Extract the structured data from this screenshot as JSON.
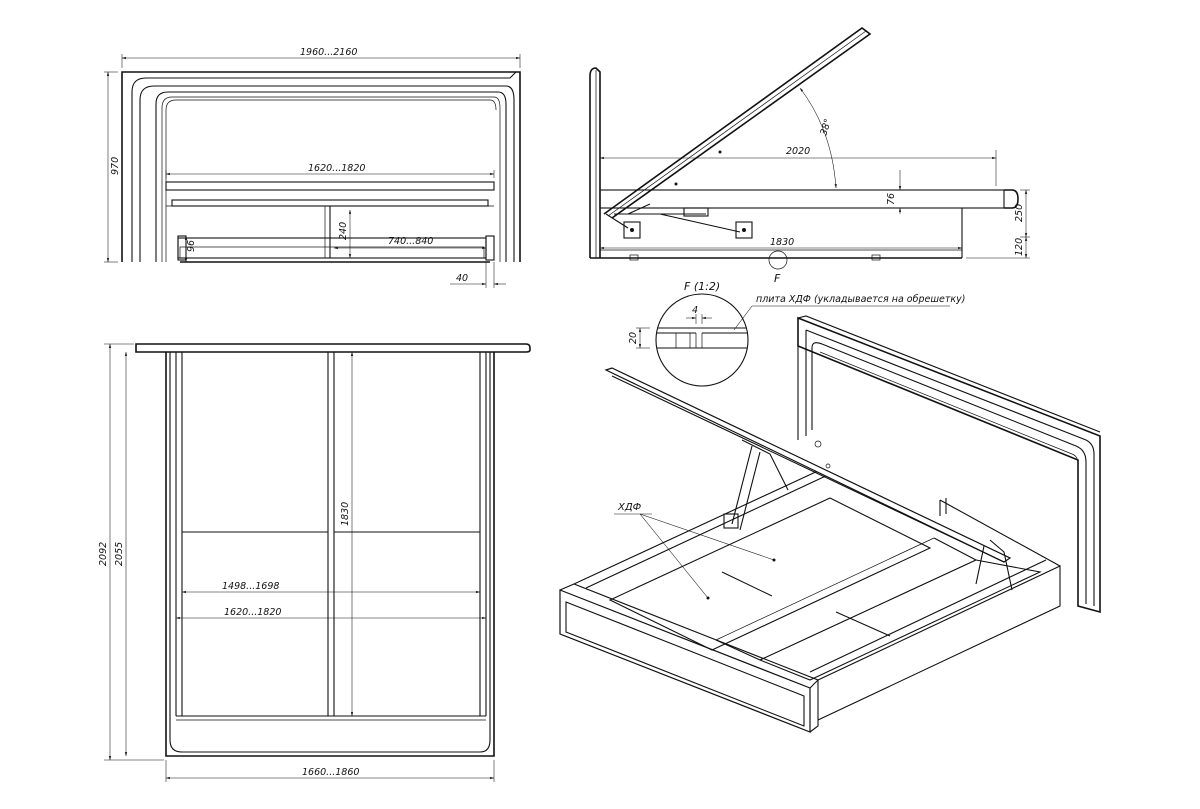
{
  "front_view": {
    "width_label": "1960...2160",
    "height_label": "970",
    "inner_width_label": "1620...1820",
    "leg_height_label": "96",
    "drawer_height_label": "240",
    "drawer_width_label": "740...840",
    "side_offset_label": "40"
  },
  "side_view": {
    "length_label": "2020",
    "angle_label": "38°",
    "frame_offset_label": "76",
    "frame_height_label": "250",
    "base_height_label": "120",
    "base_length_label": "1830",
    "detail_marker": "F"
  },
  "detail_view": {
    "title": "F (1:2)",
    "gap_label": "4",
    "thickness_label": "20",
    "callout": "плита ХДФ (укладывается на обрешетку)"
  },
  "plan_view": {
    "total_length_label": "2092",
    "inner_length_label": "2055",
    "mid_length_label": "1830",
    "inner_width_small_label": "1498...1698",
    "inner_width_label": "1620...1820",
    "outer_width_label": "1660...1860"
  },
  "iso_view": {
    "material_label": "ХДФ"
  }
}
